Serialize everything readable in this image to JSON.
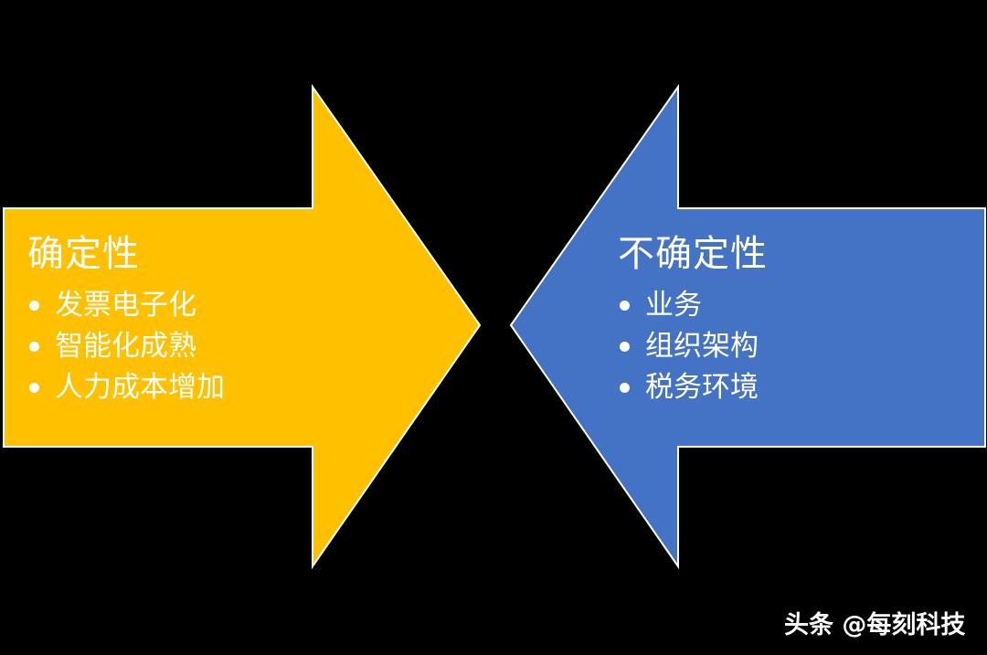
{
  "colors": {
    "background": "#000000",
    "left_arrow": "#FFC000",
    "right_arrow": "#4472C4",
    "outline": "#FFFFFF",
    "text": "#FFFFFF"
  },
  "left": {
    "direction": "right",
    "title": "确定性",
    "items": [
      "发票电子化",
      "智能化成熟",
      "人力成本增加"
    ]
  },
  "right": {
    "direction": "left",
    "title": "不确定性",
    "items": [
      "业务",
      "组织架构",
      "税务环境"
    ]
  },
  "watermark": "头条 @每刻科技"
}
